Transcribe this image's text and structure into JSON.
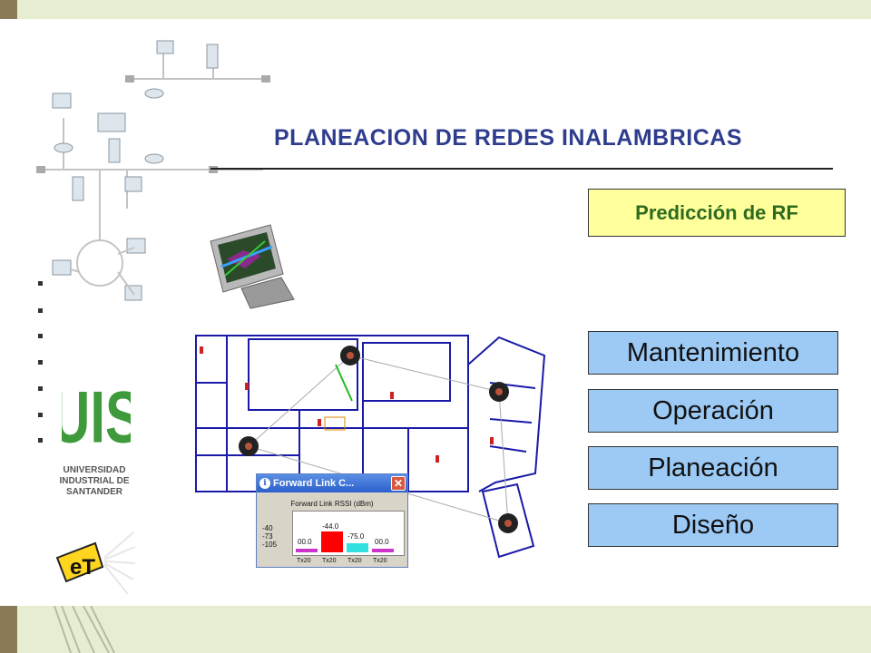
{
  "title": "PLANEACION DE REDES INALAMBRICAS",
  "rf_label": "Predicción de RF",
  "menu": [
    {
      "label": "Mantenimiento"
    },
    {
      "label": "Operación"
    },
    {
      "label": "Planeación"
    },
    {
      "label": "Diseño"
    }
  ],
  "university": {
    "logo_text": "UIS",
    "caption_lines": [
      "UNIVERSIDAD",
      "INDUSTRIAL DE",
      "SANTANDER"
    ],
    "logo_color": "#3e9a3a"
  },
  "popup": {
    "title": "Forward Link C...",
    "subtitle": "Forward Link RSSI (dBm)",
    "y_ticks": [
      "-40",
      "-73",
      "-105"
    ],
    "bars": [
      {
        "label": "Tx20",
        "value": "00.0",
        "color": "#cc33cc"
      },
      {
        "label": "Tx20",
        "value": "-44.0",
        "color": "#ff0000"
      },
      {
        "label": "Tx20",
        "value": "-75.0",
        "color": "#33e0e0"
      },
      {
        "label": "Tx20",
        "value": "00.0",
        "color": "#cc33cc"
      }
    ]
  },
  "colors": {
    "title": "#2f3d8e",
    "rf_bg": "#ffff9c",
    "rf_text": "#2e6b1f",
    "menu_bg": "#9ccaf5",
    "band": "#e6edd0",
    "band_tab": "#8a7a57"
  }
}
